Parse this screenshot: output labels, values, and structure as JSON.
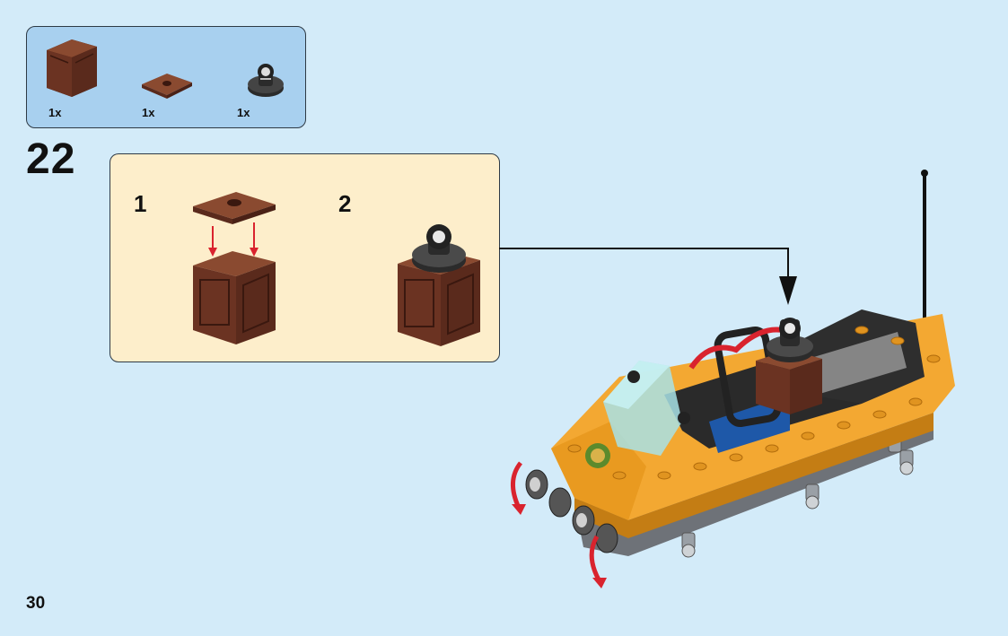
{
  "parts_list": {
    "items": [
      {
        "part": "brown-crate",
        "qty": "1x"
      },
      {
        "part": "brown-plate-2x2",
        "qty": "1x"
      },
      {
        "part": "black-clip-piece",
        "qty": "1x"
      }
    ]
  },
  "step": {
    "number": "22",
    "substeps": [
      {
        "label": "1"
      },
      {
        "label": "2"
      }
    ]
  },
  "page": {
    "number": "30"
  },
  "colors": {
    "background": "#d3ebf9",
    "parts_box": "#a8d0ef",
    "substep_box": "#fdeecb",
    "crate_brown": "#6b3322",
    "vehicle_orange": "#f3a832",
    "arrow_red": "#d9232e"
  }
}
